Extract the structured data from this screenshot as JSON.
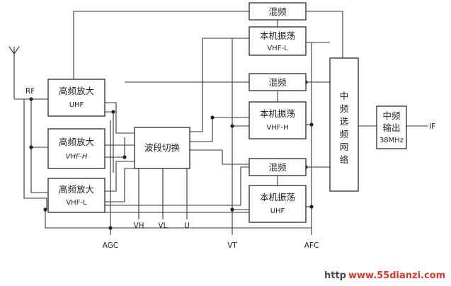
{
  "blocks": {
    "mix1": "混频",
    "osc1": [
      "本机振荡",
      "VHF-L"
    ],
    "mix2": "混频",
    "osc2": [
      "本机振荡",
      "VHF-H"
    ],
    "mix3": "混频",
    "osc3": [
      "本机振荡",
      "UHF"
    ],
    "amp_uhf": [
      "高频放大",
      "UHF"
    ],
    "amp_vhfh": [
      "高频放大",
      "VHF-H"
    ],
    "amp_vhfl": [
      "高频放大",
      "VHF-L"
    ],
    "band_switch": "波段切换",
    "if_select": [
      "中",
      "频",
      "选",
      "频",
      "网",
      "络"
    ],
    "if_output": [
      "中频",
      "输出",
      "38MHz"
    ]
  },
  "labels": {
    "rf": "RF",
    "if": "IF",
    "agc": "AGC",
    "vh": "VH",
    "vl": "VL",
    "u": "U",
    "vt": "VT",
    "afc": "AFC"
  },
  "watermark": {
    "prefix": "http",
    "site": "www.55dianzi.com"
  }
}
